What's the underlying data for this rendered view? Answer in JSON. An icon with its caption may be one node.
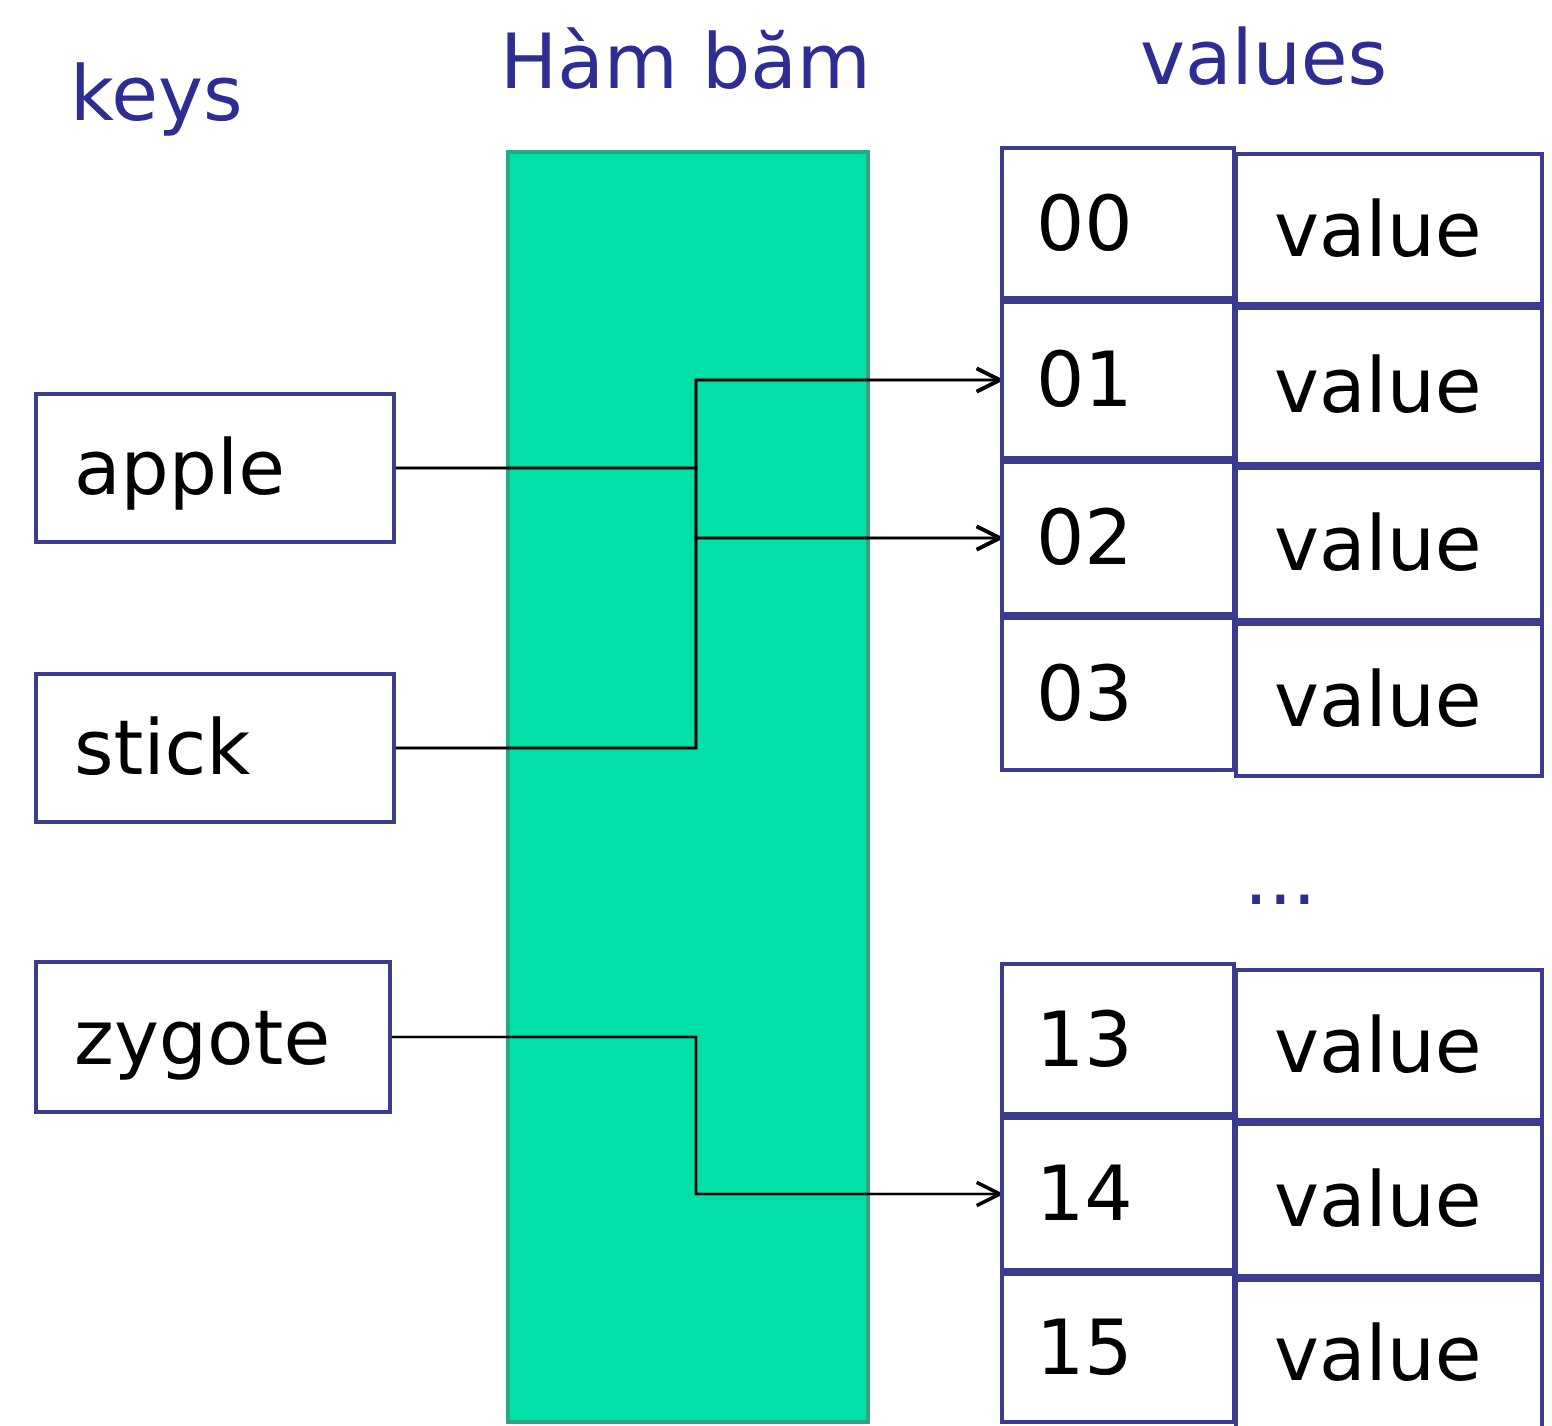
{
  "diagram": {
    "nodes": [
      {
        "text": [
          "apple"
        ]
      },
      {
        "text": [
          "stick"
        ]
      },
      {
        "text": [
          "zygote"
        ]
      },
      {
        "text": [
          "00"
        ]
      },
      {
        "text": [
          "value"
        ]
      },
      {
        "text": [
          "01"
        ]
      },
      {
        "text": [
          "value"
        ]
      },
      {
        "text": [
          "02"
        ]
      },
      {
        "text": [
          "value"
        ]
      },
      {
        "text": [
          "03"
        ]
      },
      {
        "text": [
          "value"
        ]
      },
      {
        "text": [
          "13"
        ]
      },
      {
        "text": [
          "value"
        ]
      },
      {
        "text": [
          "14"
        ]
      },
      {
        "text": [
          "value"
        ]
      },
      {
        "text": [
          "15"
        ]
      },
      {
        "text": [
          "value"
        ]
      }
    ],
    "edges": [
      {
        "from": 0,
        "to": 5,
        "arrow": "to"
      },
      {
        "from": 0,
        "to": 7,
        "arrow": "to"
      },
      {
        "from": 1,
        "to": 5,
        "arrow": "to"
      },
      {
        "from": 1,
        "to": 7,
        "arrow": "to"
      },
      {
        "from": 2,
        "to": 13,
        "arrow": "to"
      }
    ],
    "labels": [
      "keys",
      "Hàm băm",
      "values",
      "..."
    ]
  }
}
